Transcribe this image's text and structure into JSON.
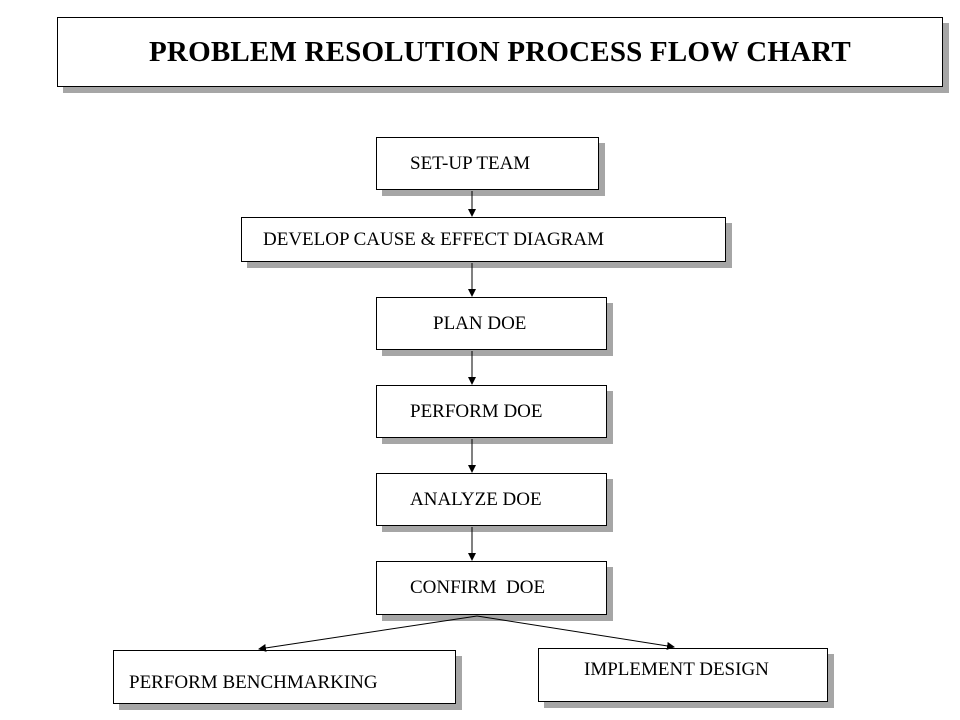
{
  "title": "PROBLEM RESOLUTION PROCESS FLOW CHART",
  "steps": {
    "setup_team": "SET-UP TEAM",
    "develop_cause_effect": "DEVELOP CAUSE & EFFECT DIAGRAM",
    "plan_doe": "PLAN DOE",
    "perform_doe": "PERFORM DOE",
    "analyze_doe": "ANALYZE DOE",
    "confirm_doe": "CONFIRM  DOE",
    "perform_benchmarking": "PERFORM BENCHMARKING",
    "implement_design": "IMPLEMENT DESIGN"
  },
  "flow": [
    [
      "setup_team",
      "develop_cause_effect"
    ],
    [
      "develop_cause_effect",
      "plan_doe"
    ],
    [
      "plan_doe",
      "perform_doe"
    ],
    [
      "perform_doe",
      "analyze_doe"
    ],
    [
      "analyze_doe",
      "confirm_doe"
    ],
    [
      "confirm_doe",
      "perform_benchmarking"
    ],
    [
      "confirm_doe",
      "implement_design"
    ]
  ],
  "colors": {
    "border": "#000000",
    "shadow": "#a6a6a6",
    "background": "#ffffff",
    "text": "#000000"
  }
}
